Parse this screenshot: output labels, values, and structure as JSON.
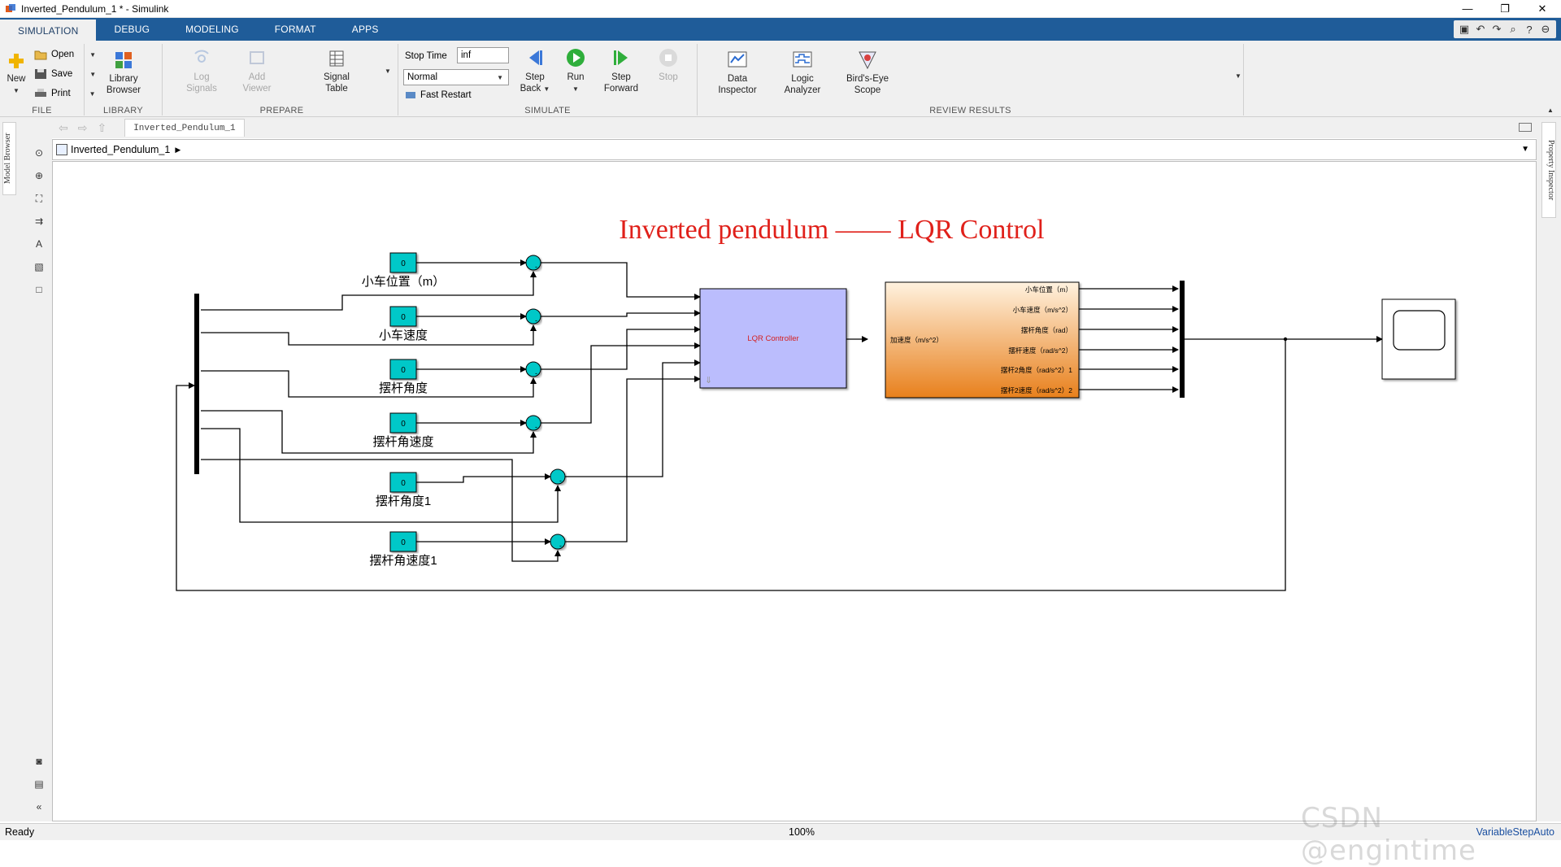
{
  "window": {
    "title": "Inverted_Pendulum_1 * - Simulink",
    "controls": [
      "—",
      "❐",
      "✕"
    ]
  },
  "tabs": [
    "SIMULATION",
    "DEBUG",
    "MODELING",
    "FORMAT",
    "APPS"
  ],
  "ribbon": {
    "file": {
      "label": "FILE",
      "new_label": "New",
      "open_label": "Open",
      "save_label": "Save",
      "print_label": "Print"
    },
    "library": {
      "label": "LIBRARY",
      "browser_label_1": "Library",
      "browser_label_2": "Browser"
    },
    "prepare": {
      "label": "PREPARE",
      "log_1": "Log",
      "log_2": "Signals",
      "add_1": "Add",
      "add_2": "Viewer",
      "signal_1": "Signal",
      "signal_2": "Table"
    },
    "simulate": {
      "label": "SIMULATE",
      "stop_time_label": "Stop Time",
      "stop_time_value": "inf",
      "mode_value": "Normal",
      "fast_restart_label": "Fast Restart",
      "step_back_1": "Step",
      "step_back_2": "Back",
      "run_label": "Run",
      "step_fwd_1": "Step",
      "step_fwd_2": "Forward",
      "stop_label": "Stop"
    },
    "review": {
      "label": "REVIEW RESULTS",
      "data_1": "Data",
      "data_2": "Inspector",
      "logic_1": "Logic",
      "logic_2": "Analyzer",
      "bird_1": "Bird's-Eye",
      "bird_2": "Scope"
    }
  },
  "left_pane": {
    "model_browser": "Model Browser"
  },
  "right_pane": {
    "property_inspector": "Property Inspector"
  },
  "nav": {
    "doc_tab": "Inverted_Pendulum_1",
    "breadcrumb": "Inverted_Pendulum_1"
  },
  "diagram": {
    "title": "Inverted pendulum —— LQR Control",
    "constants": [
      {
        "value": "0",
        "label": "小车位置（m）"
      },
      {
        "value": "0",
        "label": "小车速度"
      },
      {
        "value": "0",
        "label": "摆杆角度"
      },
      {
        "value": "0",
        "label": "摆杆角速度"
      },
      {
        "value": "0",
        "label": "摆杆角度1"
      },
      {
        "value": "0",
        "label": "摆杆角速度1"
      }
    ],
    "sum_sign": "-",
    "controller_label": "LQR Controller",
    "plant": {
      "input_label": "加速度（m/s^2）",
      "outputs": [
        "小车位置（m）",
        "小车速度（m/s^2）",
        "摆杆角度（rad）",
        "摆杆速度（rad/s^2）",
        "摆杆2角度（rad/s^2）1",
        "摆杆2速度（rad/s^2）2"
      ]
    },
    "colors": {
      "title": "#e0201a",
      "constant_fill": "#00c8c8",
      "controller_fill": "#bbbdfd",
      "controller_text": "#d42020",
      "plant_top": "#fff2df",
      "plant_bottom": "#e8801c"
    }
  },
  "status": {
    "left": "Ready",
    "zoom": "100%",
    "solver": "VariableStepAuto"
  },
  "watermark": "CSDN @engintime"
}
